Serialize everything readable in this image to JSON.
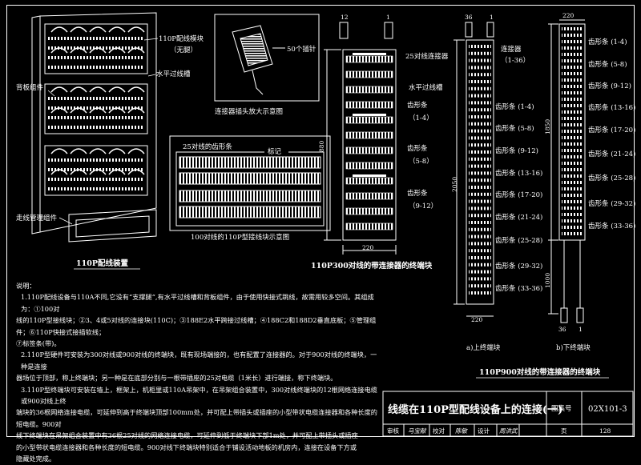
{
  "fig_110p": {
    "label_module": "110P配线模块",
    "label_module_sub": "（无腿）",
    "label_trough": "水平过线槽",
    "label_back": "背板组件",
    "label_cable": "走线管理组件",
    "caption": "110P配线装置"
  },
  "fig_connector": {
    "label_insert": "50个插针",
    "caption": "连接器插头放大示意图"
  },
  "fig_100pair": {
    "label_strip": "25对线的齿形条",
    "label_mark": "标记",
    "caption": "100对线的110P型接线块示意图"
  },
  "fig_300": {
    "label_12": "12",
    "label_1": "1",
    "label_conn": "25对线连接器",
    "label_trough": "水平过线槽",
    "strips": [
      {
        "name": "齿形条",
        "range": "（1-4）"
      },
      {
        "name": "齿形条",
        "range": "（5-8）"
      },
      {
        "name": "齿形条",
        "range": "（9-12）"
      }
    ],
    "dim_height": "880",
    "dim_width": "220",
    "caption": "110P300对线的带连接器的终端块"
  },
  "fig_900": {
    "dim_total": "2050",
    "top_36": "36",
    "top_1": "1",
    "conn_label": "连接器",
    "conn_range": "（1-36）",
    "left_strips": [
      "齿形条 (1-4)",
      "齿形条 (5-8)",
      "齿形条 (9-12)",
      "齿形条 (13-16)",
      "齿形条 (17-20)",
      "齿形条 (21-24)",
      "齿形条 (25-28)",
      "齿形条 (29-32)",
      "齿形条 (33-36)"
    ],
    "dim_a_width": "220",
    "sub_a": "a)上终端块",
    "top_b": "220",
    "right_strips": [
      "齿形条 (1-4)",
      "齿形条 (5-8)",
      "齿形条 (9-12)",
      "齿形条 (13-16)",
      "齿形条 (17-20)",
      "齿形条 (21-24)",
      "齿形条 (25-28)",
      "齿形条 (29-32)",
      "齿形条 (33-36)"
    ],
    "dim_1850": "1850",
    "dim_1000": "1000",
    "bot_36": "36",
    "bot_1": "1",
    "sub_b": "b)下终端块",
    "caption": "110P900对线的带连接器的终端块"
  },
  "notes": {
    "title": "说明：",
    "lines": [
      "1.110P配线设备与110A不同,它没有“支撑腿”,有水平过线槽和背板组件，由于使用快接式跳线，故需用较多空间。其组成为：①100对",
      "线的110P型接线块；②3、4或5对线的连接块(110C)；③188E2水平跨接过线槽；④188C2和188D2垂直底板；⑤管理组件；⑥110P快接式接插软线；",
      "⑦标签条(带)。",
      "2.110P型硬件可安装为300对线或900对线的终端块，既有现场端接的，也有配置了连接器的。对于900对线的终端块，一种是连接",
      "器场位于顶部，称上终端块；另一种是在底部分别与一根带插座的25对电缆（1米长）进行端接，称下终端块。",
      "3.110P型终端块可安装在墙上，框架上，机柜里或110A吊架中，在吊架组合装置中，300对线终端块的12根网络连接电缆或900对线上终",
      "端块的36根网络连接电缆，可延伸到高于终端块顶部100mm处，并可配上带插头或插座的小型带状电缆连接器和各种长度的短电缆。900对",
      "线下终端块在吊架组合装置中有36根25对线的网络连接电缆，可延伸到低于终端块下部1m处，并可配上带插头或插座",
      "的小型带状电缆连接器和各种长度的短电缆。900对线下终端块特别适合于铺设活动地板的机房内，连接在设备下方或",
      "隐藏处完成。"
    ]
  },
  "title_block": {
    "title": "线缆在110P型配线设备上的连接(一)",
    "atlas_label": "图集号",
    "atlas_no": "02X101-3",
    "review": "审核",
    "reviewer": "马宝献",
    "check": "校对",
    "checker": "陈敏",
    "design": "设计",
    "designer": "周洪武",
    "page_label": "页",
    "page_no": "128"
  }
}
